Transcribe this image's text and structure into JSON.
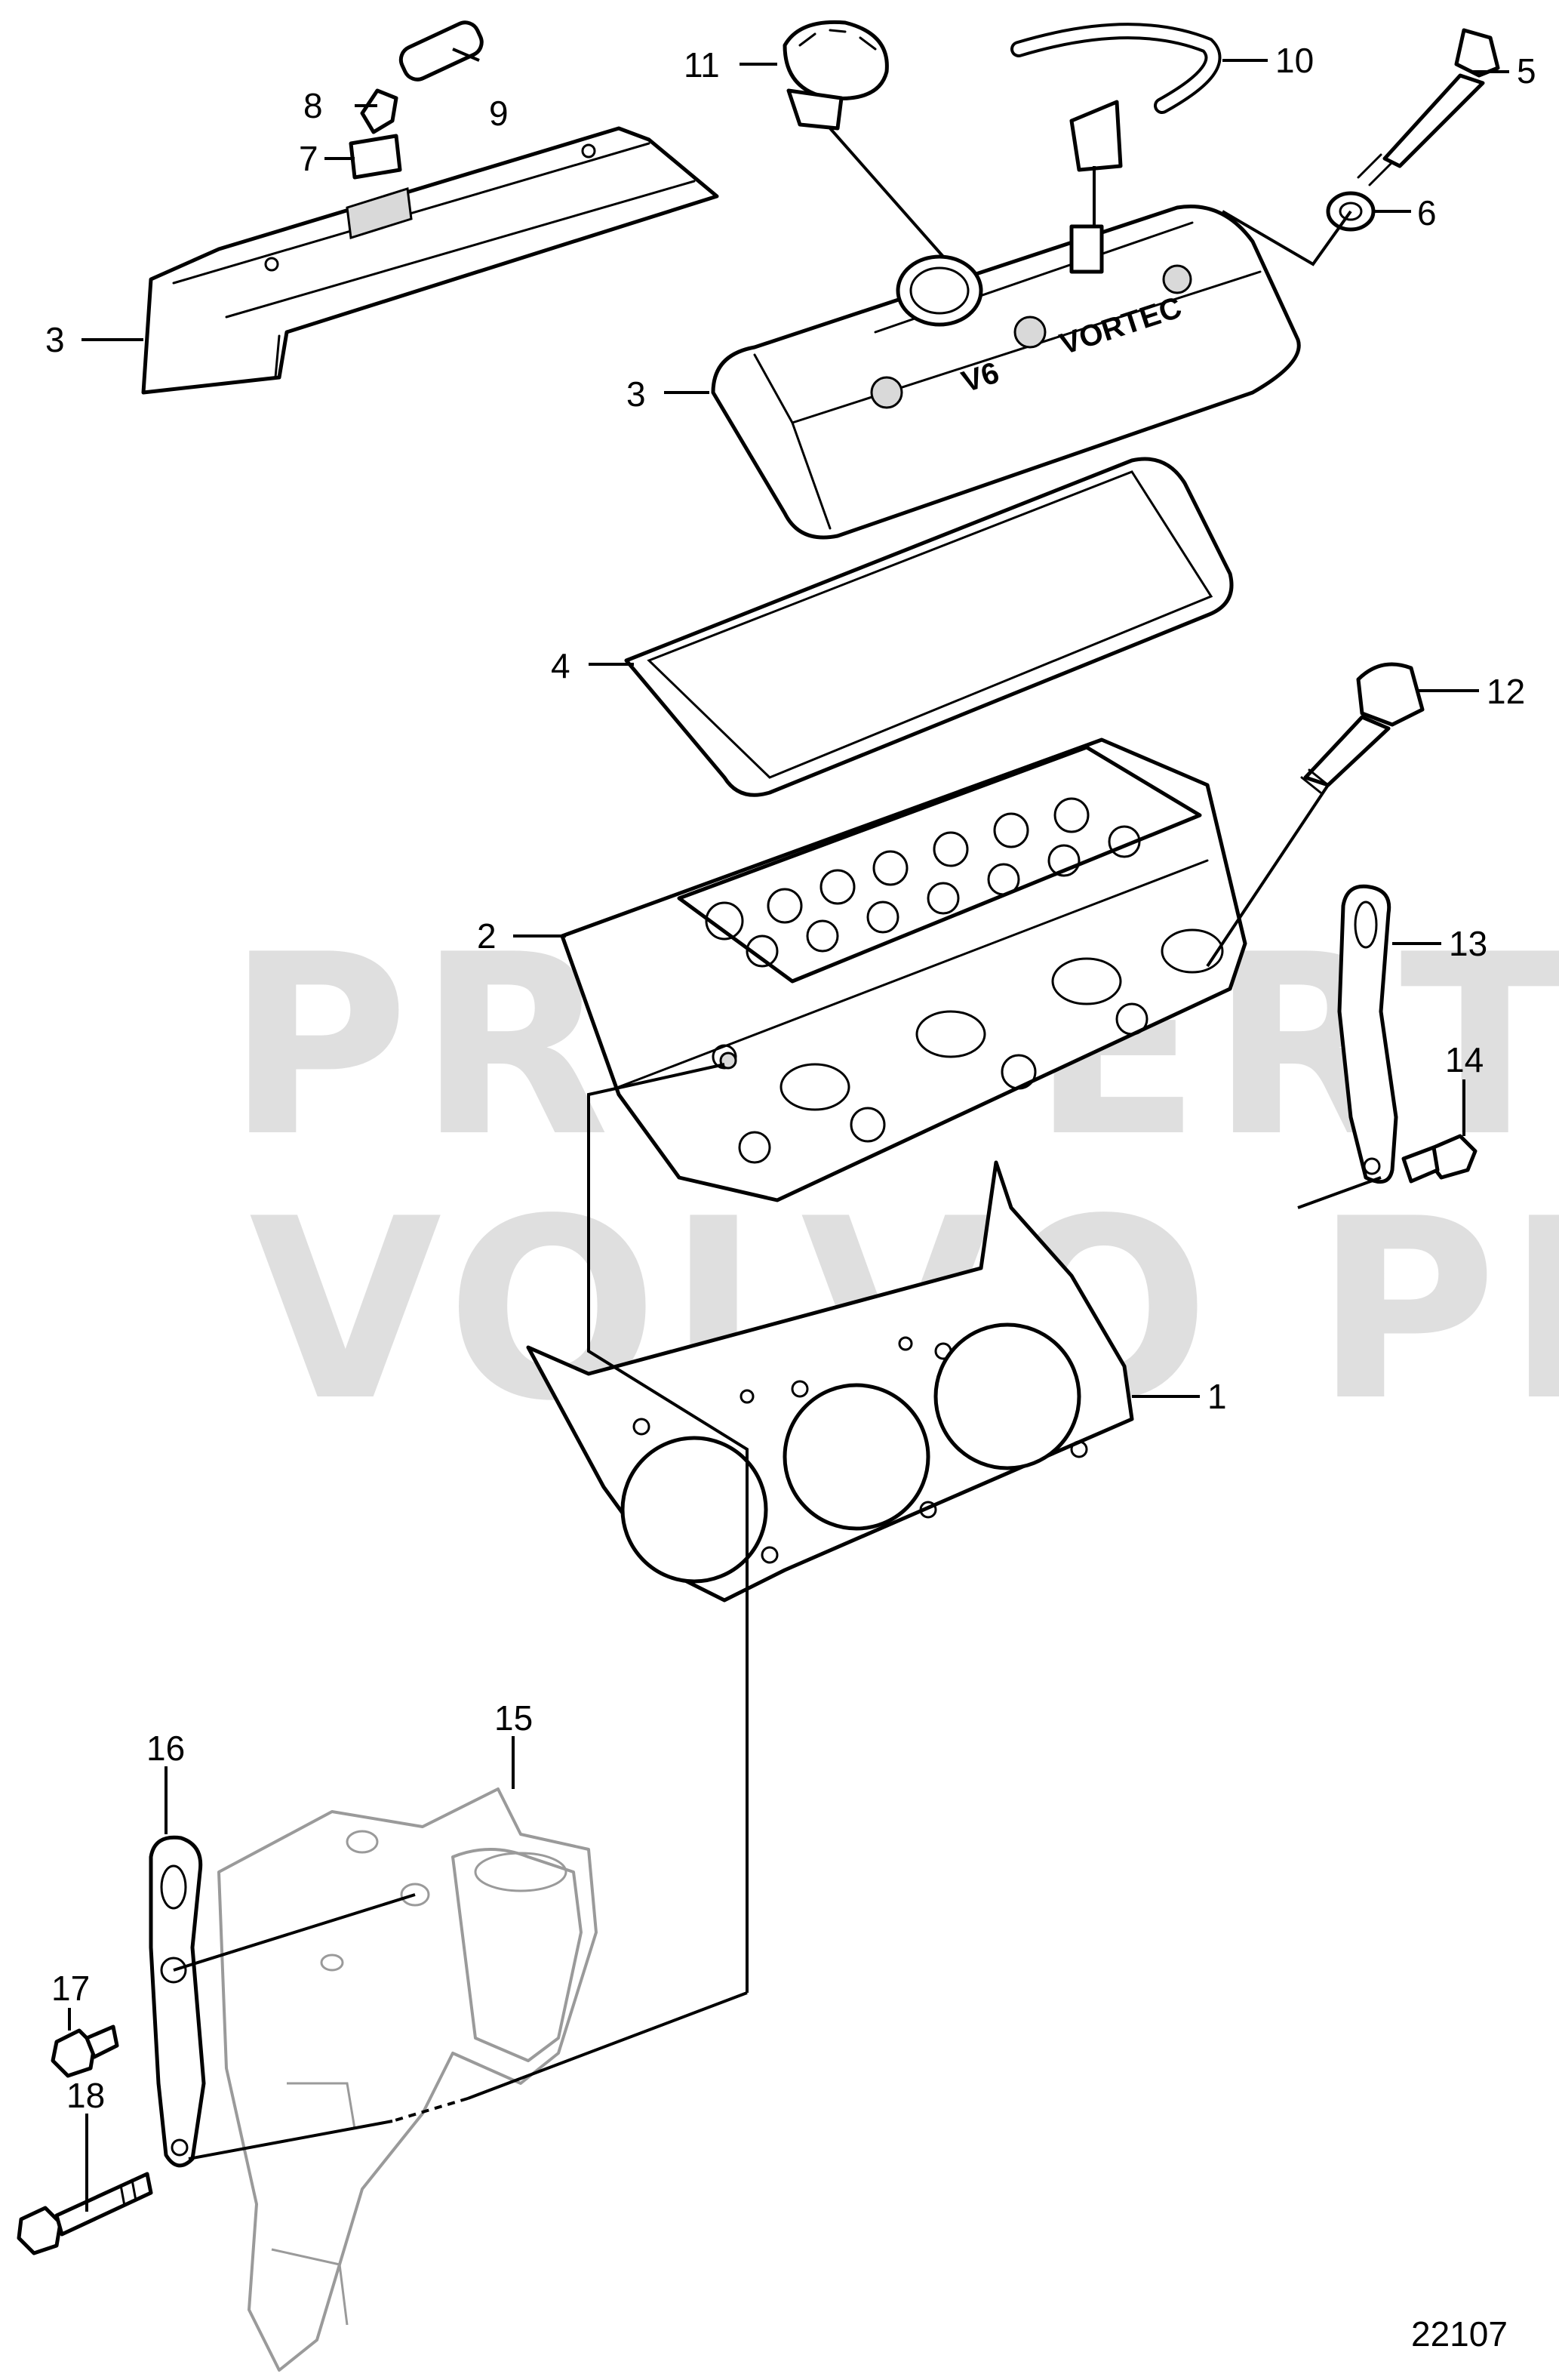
{
  "watermark": {
    "line1": "PROPERTY OF",
    "line2": "VOLVO PENTA"
  },
  "cover_markings": {
    "v6": "V6",
    "vortec": "VORTEC"
  },
  "drawing_number": "22107",
  "callouts": {
    "c1": "1",
    "c2": "2",
    "c3a": "3",
    "c3b": "3",
    "c4": "4",
    "c5": "5",
    "c6": "6",
    "c7": "7",
    "c8": "8",
    "c9": "9",
    "c10": "10",
    "c11": "11",
    "c12": "12",
    "c13": "13",
    "c14": "14",
    "c15": "15",
    "c16": "16",
    "c17": "17",
    "c18": "18"
  }
}
